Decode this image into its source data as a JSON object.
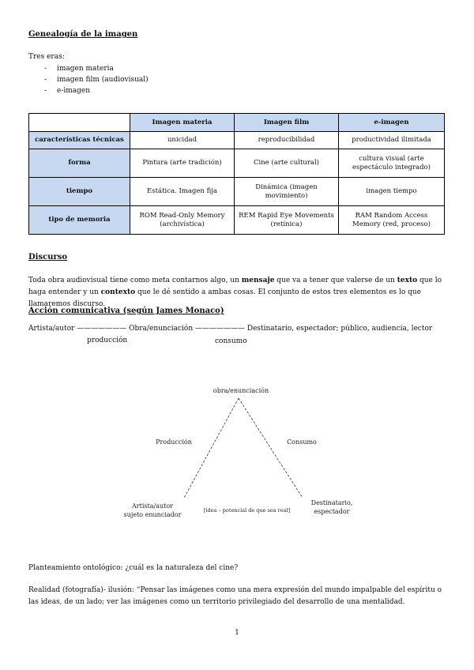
{
  "heading1": "Genealogía de la imagen",
  "eras": {
    "intro": "Tres eras:",
    "items": [
      "imagen materia",
      "imagen film (audiovisual)",
      "e-imagen"
    ]
  },
  "table": {
    "headers": [
      "Imagen materia",
      "Imagen film",
      "e-imagen"
    ],
    "rows": [
      {
        "label": "características técnicas",
        "cells": [
          "unicidad",
          "reproducibilidad",
          "productividad ilimitada"
        ]
      },
      {
        "label": "forma",
        "cells": [
          "Pintura (arte tradición)",
          "Cine (arte cultural)",
          "cultura visual (arte espectáculo integrado)"
        ]
      },
      {
        "label": "tiempo",
        "cells": [
          "Estática. Imagen fija",
          "Dinámica (imagen movimiento)",
          "imagen tiempo"
        ]
      },
      {
        "label": "tipo de memoria",
        "cells": [
          "ROM Read-Only Memory (archivística)",
          "REM Rapid Eye Movements (retínica)",
          "RAM Random Access Memory (red, proceso)"
        ]
      }
    ]
  },
  "heading2": "Discurso",
  "discurso": {
    "p1": "Toda obra audiovisual tiene como meta contarnos algo, un ",
    "k1": "mensaje",
    "p2": " que va a tener que valerse de un ",
    "k2": "texto",
    "p3": " que lo haga entender y un ",
    "k3": "contexto",
    "p4": " que le dé sentido a ambas cosas. El conjunto de estos tres elementos es lo que llamaremos discurso."
  },
  "heading3": "Acción comunicativa (según James Monaco)",
  "chain": {
    "line1": "Artista/autor ——————— Obra/enunciación ——————— Destinatario, espectador; público, audiencia, lector",
    "produccion": "producción",
    "consumo": "consumo"
  },
  "diagram": {
    "top": "obra/enunciación",
    "left_edge": "Producción",
    "right_edge": "Consumo",
    "bottom_left": [
      "Artista/autor",
      "sujeto enunciador"
    ],
    "bottom_right": [
      "Destinatario,",
      "espectador"
    ],
    "bottom_center": "[idea – potencial de que sea real]"
  },
  "ontologico": "Planteamiento ontológico: ¿cuál es la naturaleza del cine?",
  "realidad": "Realidad (fotografía)- ilusión: “Pensar las imágenes como una mera expresión del mundo impalpable del espíritu o las ideas, de un lado; ver las imágenes como un territorio privilegiado del desarrollo de una mentalidad.",
  "page_number": "1"
}
